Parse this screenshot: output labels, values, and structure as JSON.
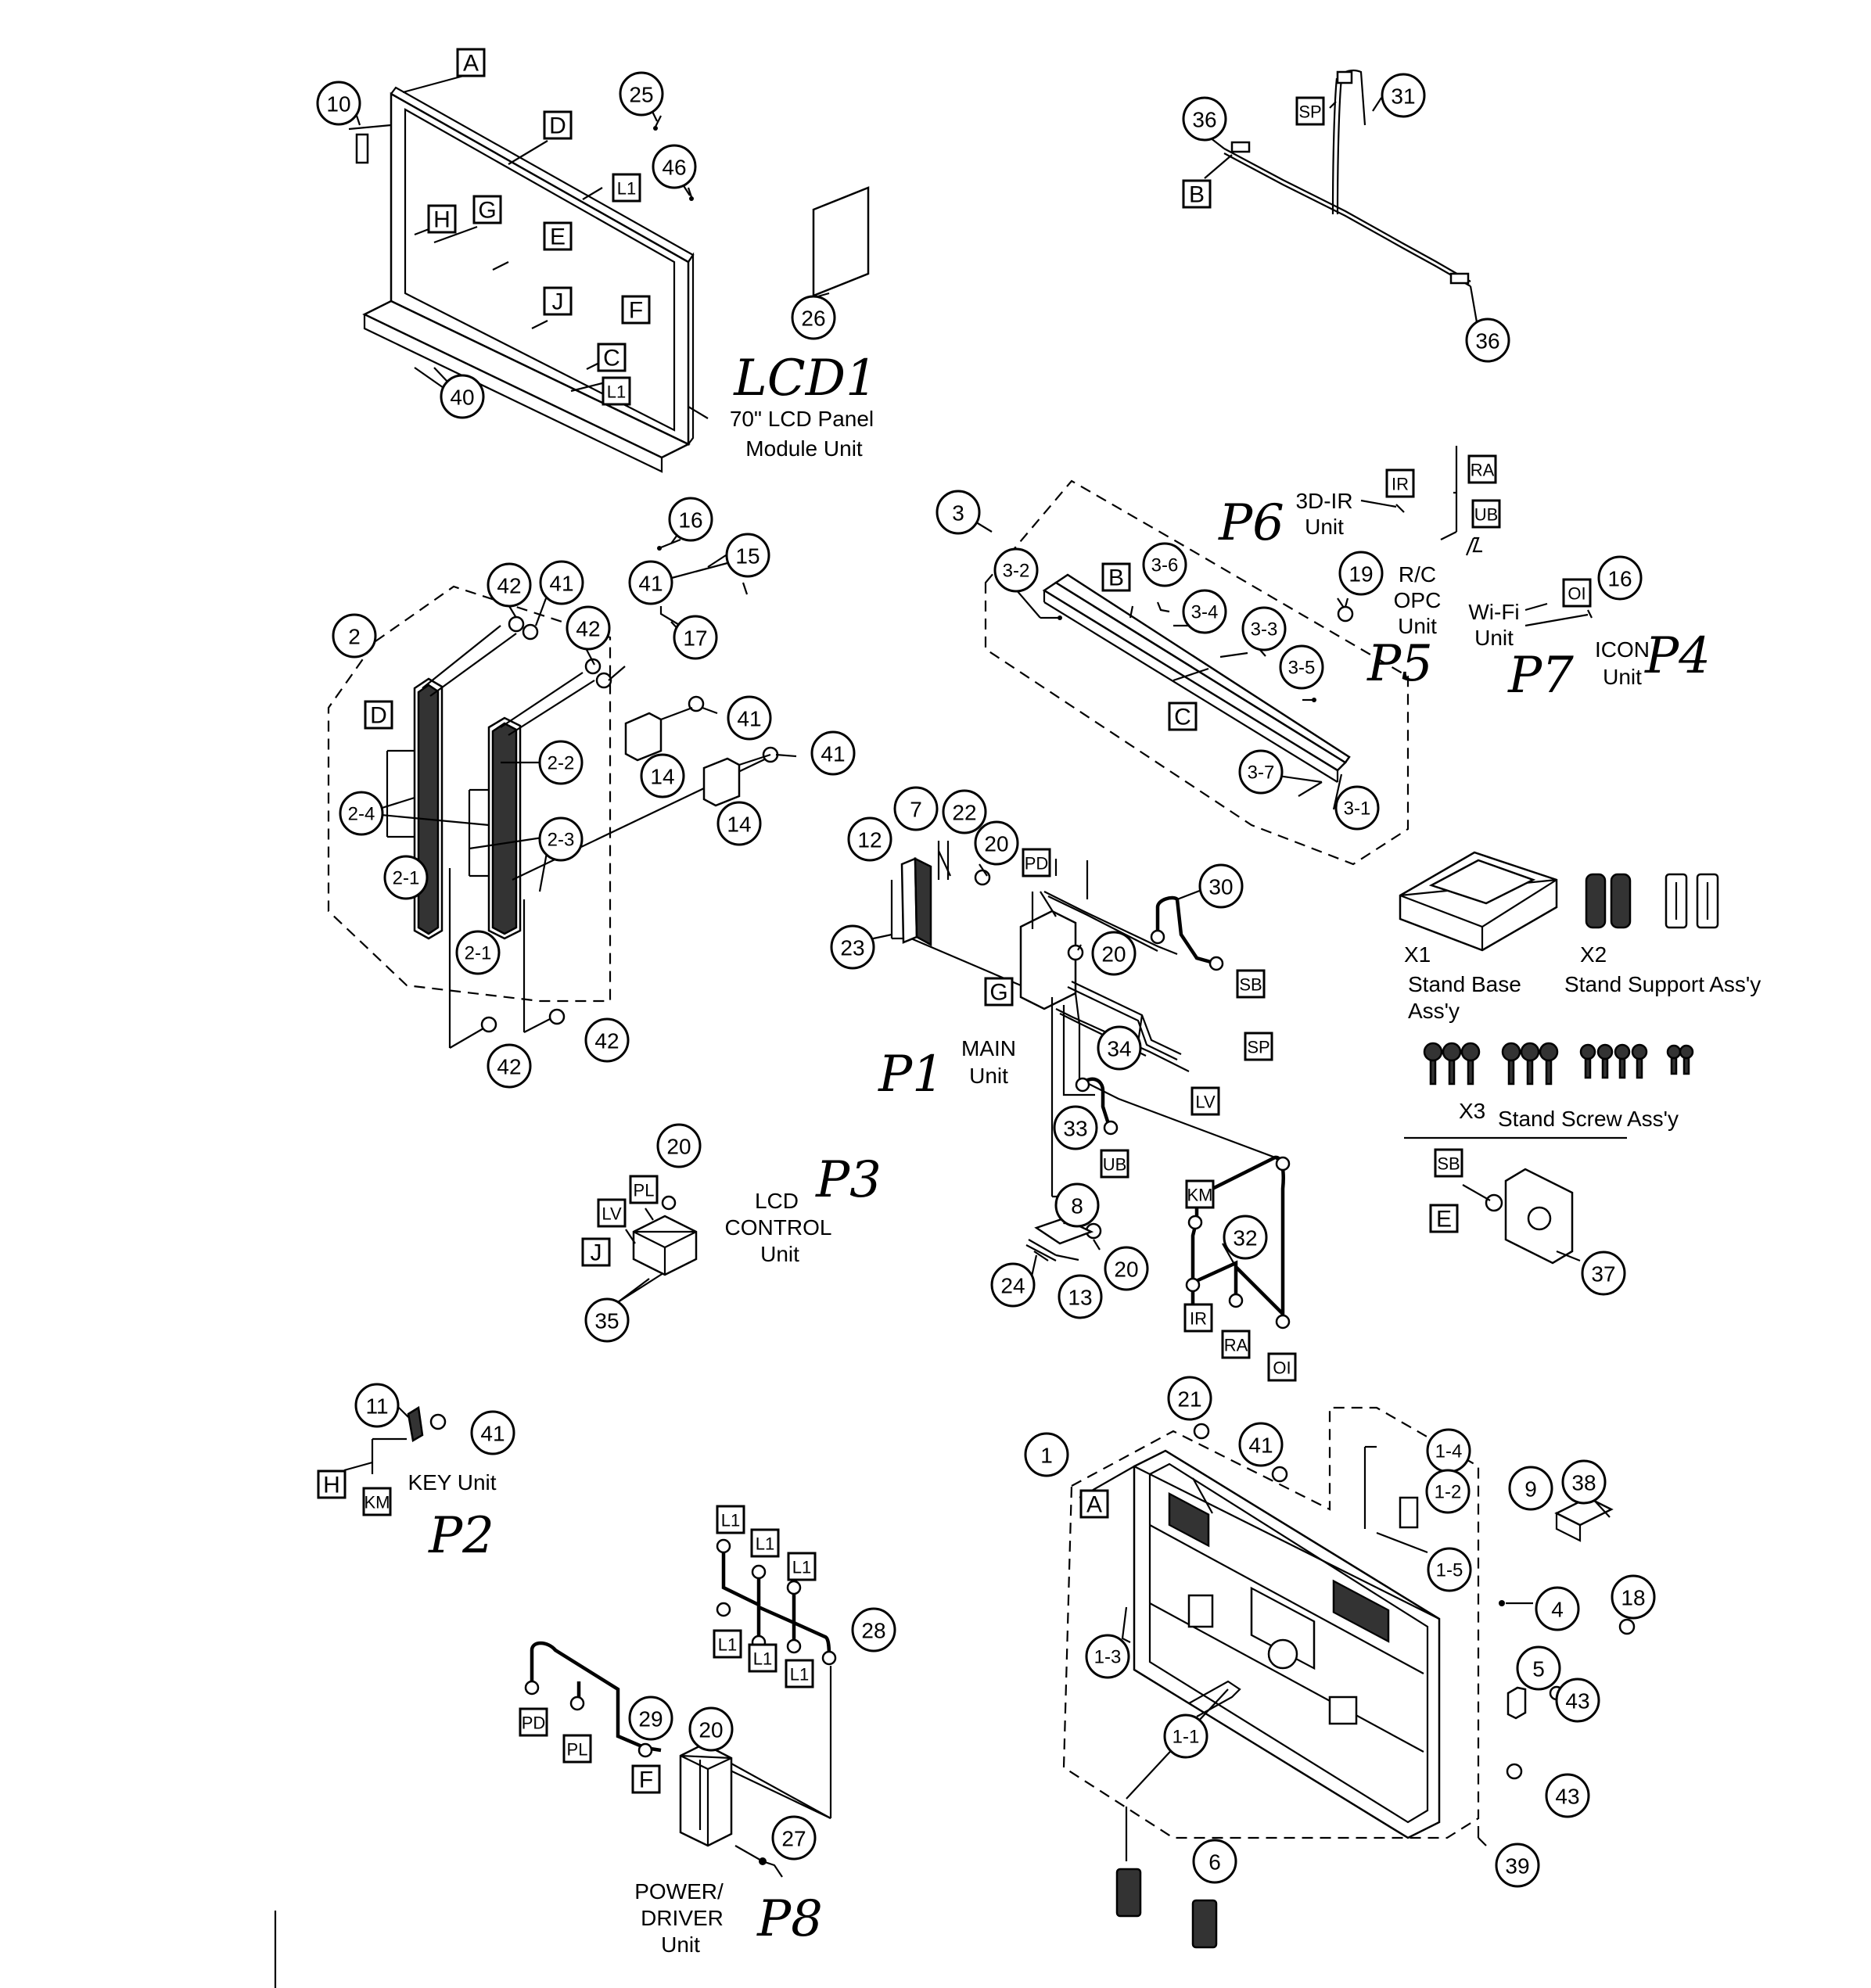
{
  "callouts": [
    "10",
    "25",
    "46",
    "26",
    "40",
    "31",
    "36",
    "36",
    "16",
    "15",
    "17",
    "42",
    "41",
    "42",
    "41",
    "2",
    "41",
    "41",
    "14",
    "14",
    "2-2",
    "2-3",
    "2-4",
    "2-1",
    "2-1",
    "42",
    "42",
    "3",
    "3-2",
    "3-6",
    "3-4",
    "3-3",
    "19",
    "3-5",
    "3-7",
    "3-1",
    "16",
    "12",
    "7",
    "22",
    "20",
    "30",
    "23",
    "20",
    "34",
    "33",
    "8",
    "20",
    "24",
    "13",
    "32",
    "37",
    "20",
    "35",
    "11",
    "41",
    "21",
    "41",
    "1",
    "1-4",
    "1-2",
    "1-5",
    "9",
    "38",
    "4",
    "18",
    "5",
    "43",
    "1-3",
    "1-1",
    "43",
    "6",
    "39",
    "28",
    "29",
    "20",
    "27"
  ],
  "connectors": [
    "A",
    "D",
    "L1",
    "H",
    "G",
    "E",
    "J",
    "F",
    "C",
    "L1",
    "SP",
    "B",
    "IR",
    "RA",
    "UB",
    "B",
    "C",
    "OI",
    "D",
    "PD",
    "G",
    "SB",
    "SP",
    "LV",
    "UB",
    "KM",
    "IR",
    "RA",
    "OI",
    "SB",
    "E",
    "PL",
    "LV",
    "J",
    "A",
    "H",
    "KM",
    "L1",
    "L1",
    "L1",
    "L1",
    "L1",
    "L1",
    "PD",
    "PL",
    "F"
  ],
  "labels": {
    "lcd_panel": [
      "70\" LCD Panel",
      "Module Unit"
    ],
    "ir_unit": [
      "3D-IR",
      "Unit"
    ],
    "rc_unit": [
      "R/C",
      "OPC",
      "Unit"
    ],
    "wifi_unit": [
      "Wi-Fi",
      "Unit"
    ],
    "icon_unit": [
      "ICON",
      "Unit"
    ],
    "main_unit": [
      "MAIN",
      "Unit"
    ],
    "lcd_control": [
      "LCD",
      "CONTROL",
      "Unit"
    ],
    "key_unit": "KEY Unit",
    "power_unit": [
      "POWER/",
      "DRIVER",
      "Unit"
    ],
    "x1": "X1",
    "x2": "X2",
    "x3": "X3",
    "stand_base": [
      "Stand Base",
      "Ass'y"
    ],
    "stand_support": "Stand Support Ass'y",
    "stand_screw": "Stand Screw Ass'y"
  },
  "handwritten": {
    "lcd1": "LCD1",
    "p1": "P1",
    "p2": "P2",
    "p3": "P3",
    "p4": "P4",
    "p5": "P5",
    "p6": "P6",
    "p7": "P7",
    "p8": "P8"
  }
}
